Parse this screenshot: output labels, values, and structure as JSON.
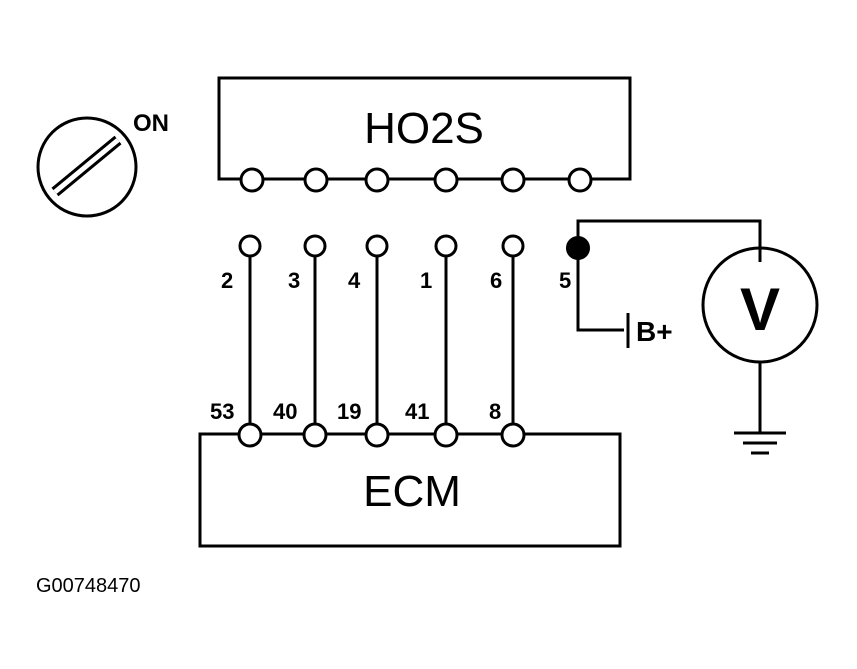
{
  "diagram": {
    "ignition_switch": {
      "label": "ON",
      "icon": "ignition-switch-icon"
    },
    "sensor": {
      "label": "HO2S"
    },
    "ecm": {
      "label": "ECM"
    },
    "sensor_pins": [
      "2",
      "3",
      "4",
      "1",
      "6",
      "5"
    ],
    "ecm_pins": [
      "53",
      "40",
      "19",
      "41",
      "8"
    ],
    "voltmeter": {
      "label": "V",
      "icon": "voltmeter-icon"
    },
    "battery_label": "B+",
    "ground_icon": "ground-icon",
    "figure_id": "G00748470"
  }
}
